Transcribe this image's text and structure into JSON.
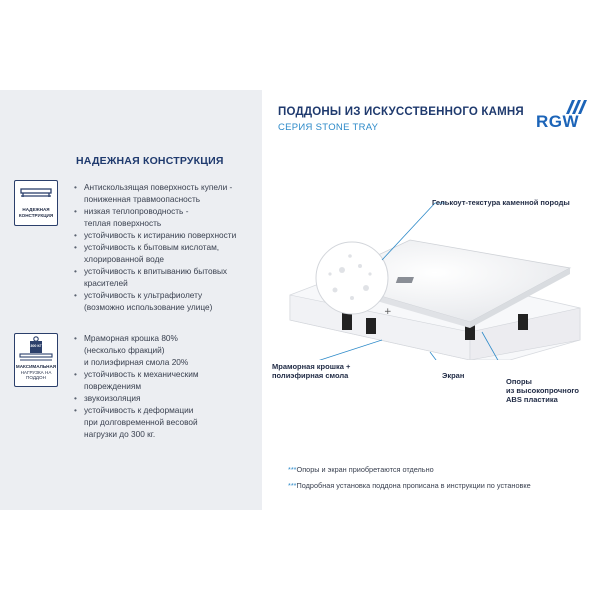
{
  "header": {
    "title": "ПОДДОНЫ ИЗ ИСКУССТВЕННОГО КАМНЯ",
    "subtitle": "СЕРИЯ STONE TRAY",
    "logo": "RGW"
  },
  "left": {
    "title": "НАДЕЖНАЯ КОНСТРУКЦИЯ",
    "badge1": {
      "caption": "НАДЕЖНАЯ КОНСТРУКЦИЯ",
      "icon": "tray-icon"
    },
    "badge2": {
      "weight": "300 КГ",
      "caption": "МАКСИМАЛЬНАЯ",
      "caption2": "НАГРУЗКА НА ПОДДОН",
      "icon": "weight-icon"
    },
    "list1": [
      "Антискользящая поверхность купели -",
      "пониженная травмоопасность",
      "низкая теплопроводность -",
      "теплая поверхность",
      "устойчивость к истиранию поверхности",
      "устойчивость к бытовым кислотам,",
      "хлорированной воде",
      "устойчивость к впитыванию бытовых",
      "красителей",
      "устойчивость к ультрафиолету",
      "(возможно использование улице)"
    ],
    "list2": [
      "Мраморная крошка 80%",
      "(несколько фракций)",
      "и полиэфирная смола 20%",
      "устойчивость к механическим",
      "повреждениям",
      "звукоизоляция",
      "устойчивость к деформации",
      "при долговременной весовой",
      "нагрузки до 300 кг."
    ]
  },
  "diagram": {
    "label_gelcoat": "Гелькоут-текстура каменной породы",
    "label_marble_1": "Мраморная крошка +",
    "label_marble_2": "полиэфирная смола",
    "label_screen": "Экран",
    "label_legs_1": "Опоры",
    "label_legs_2": "из высокопрочного",
    "label_legs_3": "ABS пластика"
  },
  "notes": {
    "n1_stars": "***",
    "n1": "Опоры и экран приобретаются отдельно",
    "n2_stars": "***",
    "n2": "Подробная установка поддона прописана в инструкции по установке"
  },
  "colors": {
    "navy": "#1f3a6e",
    "accent": "#2d8ac9",
    "panel": "#eceef2"
  }
}
